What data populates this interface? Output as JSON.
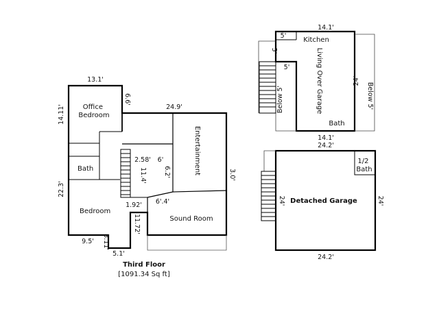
{
  "third_floor": {
    "title": "Third Floor",
    "area": "[1091.34 Sq ft]",
    "rooms": {
      "office_bedroom": [
        "Office",
        "Bedroom"
      ],
      "bath": "Bath",
      "bedroom": "Bedroom",
      "entertainment": "Entertainment",
      "sound_room": "Sound Room"
    },
    "dimensions": {
      "top_left": "13.1'",
      "office_right": "6.6'",
      "top_main": "24.9'",
      "left_upper": "14.11'",
      "left_lower": "22.3'",
      "stair_a": "2.58'",
      "stair_b": "6'",
      "stair_c": "11.4'",
      "stair_d": "6.2'",
      "right": "3.0'",
      "stair_e": "1.92'",
      "stair_f": "6'.4'",
      "stair_g": "11.72'",
      "bottom_left": "9.5'",
      "bottom_notch_side": "3.11'",
      "bottom_notch": "5.1'"
    }
  },
  "upper_right": {
    "rooms": {
      "kitchen": "Kitchen",
      "living": "Living Over Garage",
      "bath": "Bath"
    },
    "dimensions": {
      "top": "14.1'",
      "kitchen_small": "5'",
      "side_small": "5'",
      "inner_small": "5'",
      "below_left": "Below 5'",
      "right": "24'",
      "below_right": "Below 5'",
      "bottom": "14.1'"
    }
  },
  "garage": {
    "rooms": {
      "half_bath": [
        "1/2",
        "Bath"
      ],
      "garage": "Detached Garage"
    },
    "dimensions": {
      "top": "24.2'",
      "left": "24'",
      "right": "24'",
      "bottom": "24.2'"
    }
  }
}
